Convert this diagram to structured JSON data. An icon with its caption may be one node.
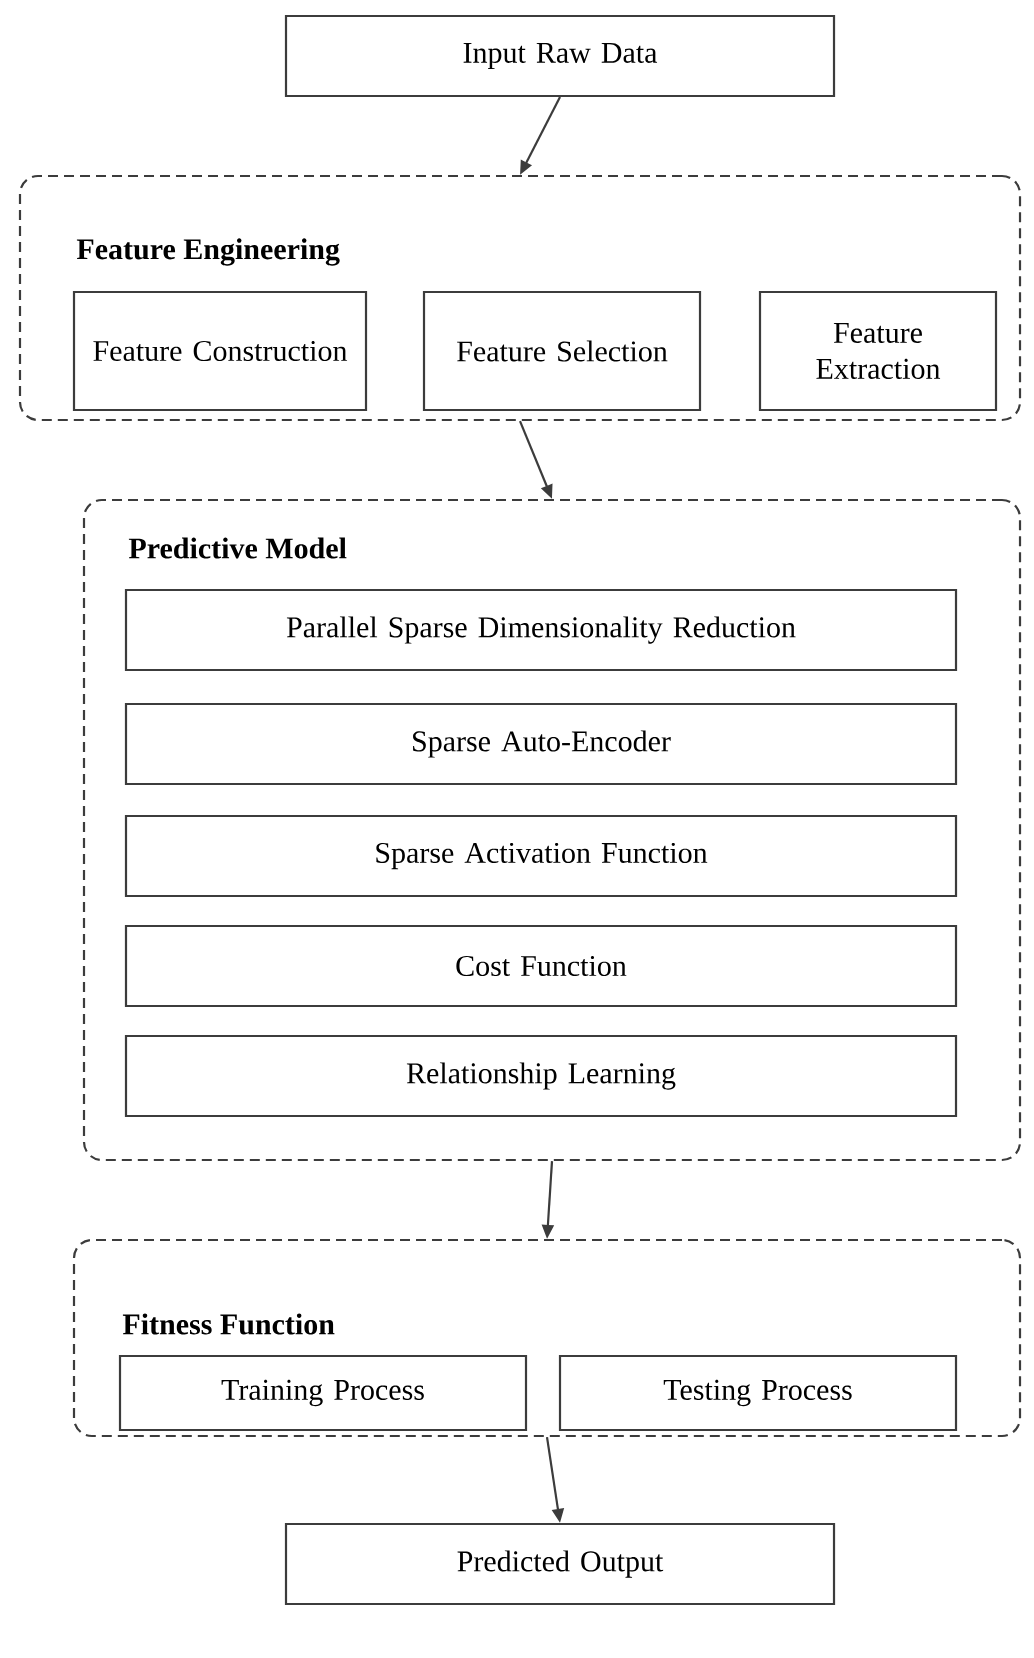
{
  "diagram": {
    "nodes": [
      {
        "text": [
          "Input Raw Data"
        ]
      },
      {
        "text": [
          "Feature Engineering"
        ]
      },
      {
        "text": [
          "Feature Construction"
        ],
        "in": 1
      },
      {
        "text": [
          "Feature Selection"
        ],
        "in": 1
      },
      {
        "text": [
          "Feature Extraction"
        ],
        "in": 1
      },
      {
        "text": [
          "Predictive Model"
        ]
      },
      {
        "text": [
          "Parallel Sparse Dimensionality Reduction"
        ],
        "in": 5
      },
      {
        "text": [
          "Sparse Auto-Encoder"
        ],
        "in": 5
      },
      {
        "text": [
          "Sparse Activation Function"
        ],
        "in": 5
      },
      {
        "text": [
          "Cost Function"
        ],
        "in": 5
      },
      {
        "text": [
          "Relationship Learning"
        ],
        "in": 5
      },
      {
        "text": [
          "Fitness Function"
        ]
      },
      {
        "text": [
          "Training Process"
        ],
        "in": 11
      },
      {
        "text": [
          "Testing Process"
        ],
        "in": 11
      },
      {
        "text": [
          "Predicted Output"
        ]
      }
    ],
    "edges": [
      {
        "from": 0,
        "to": 1,
        "arrow": "to"
      },
      {
        "from": 1,
        "to": 5,
        "arrow": "to"
      },
      {
        "from": 5,
        "to": 11,
        "arrow": "to"
      },
      {
        "from": 11,
        "to": 14,
        "arrow": "to"
      }
    ]
  }
}
